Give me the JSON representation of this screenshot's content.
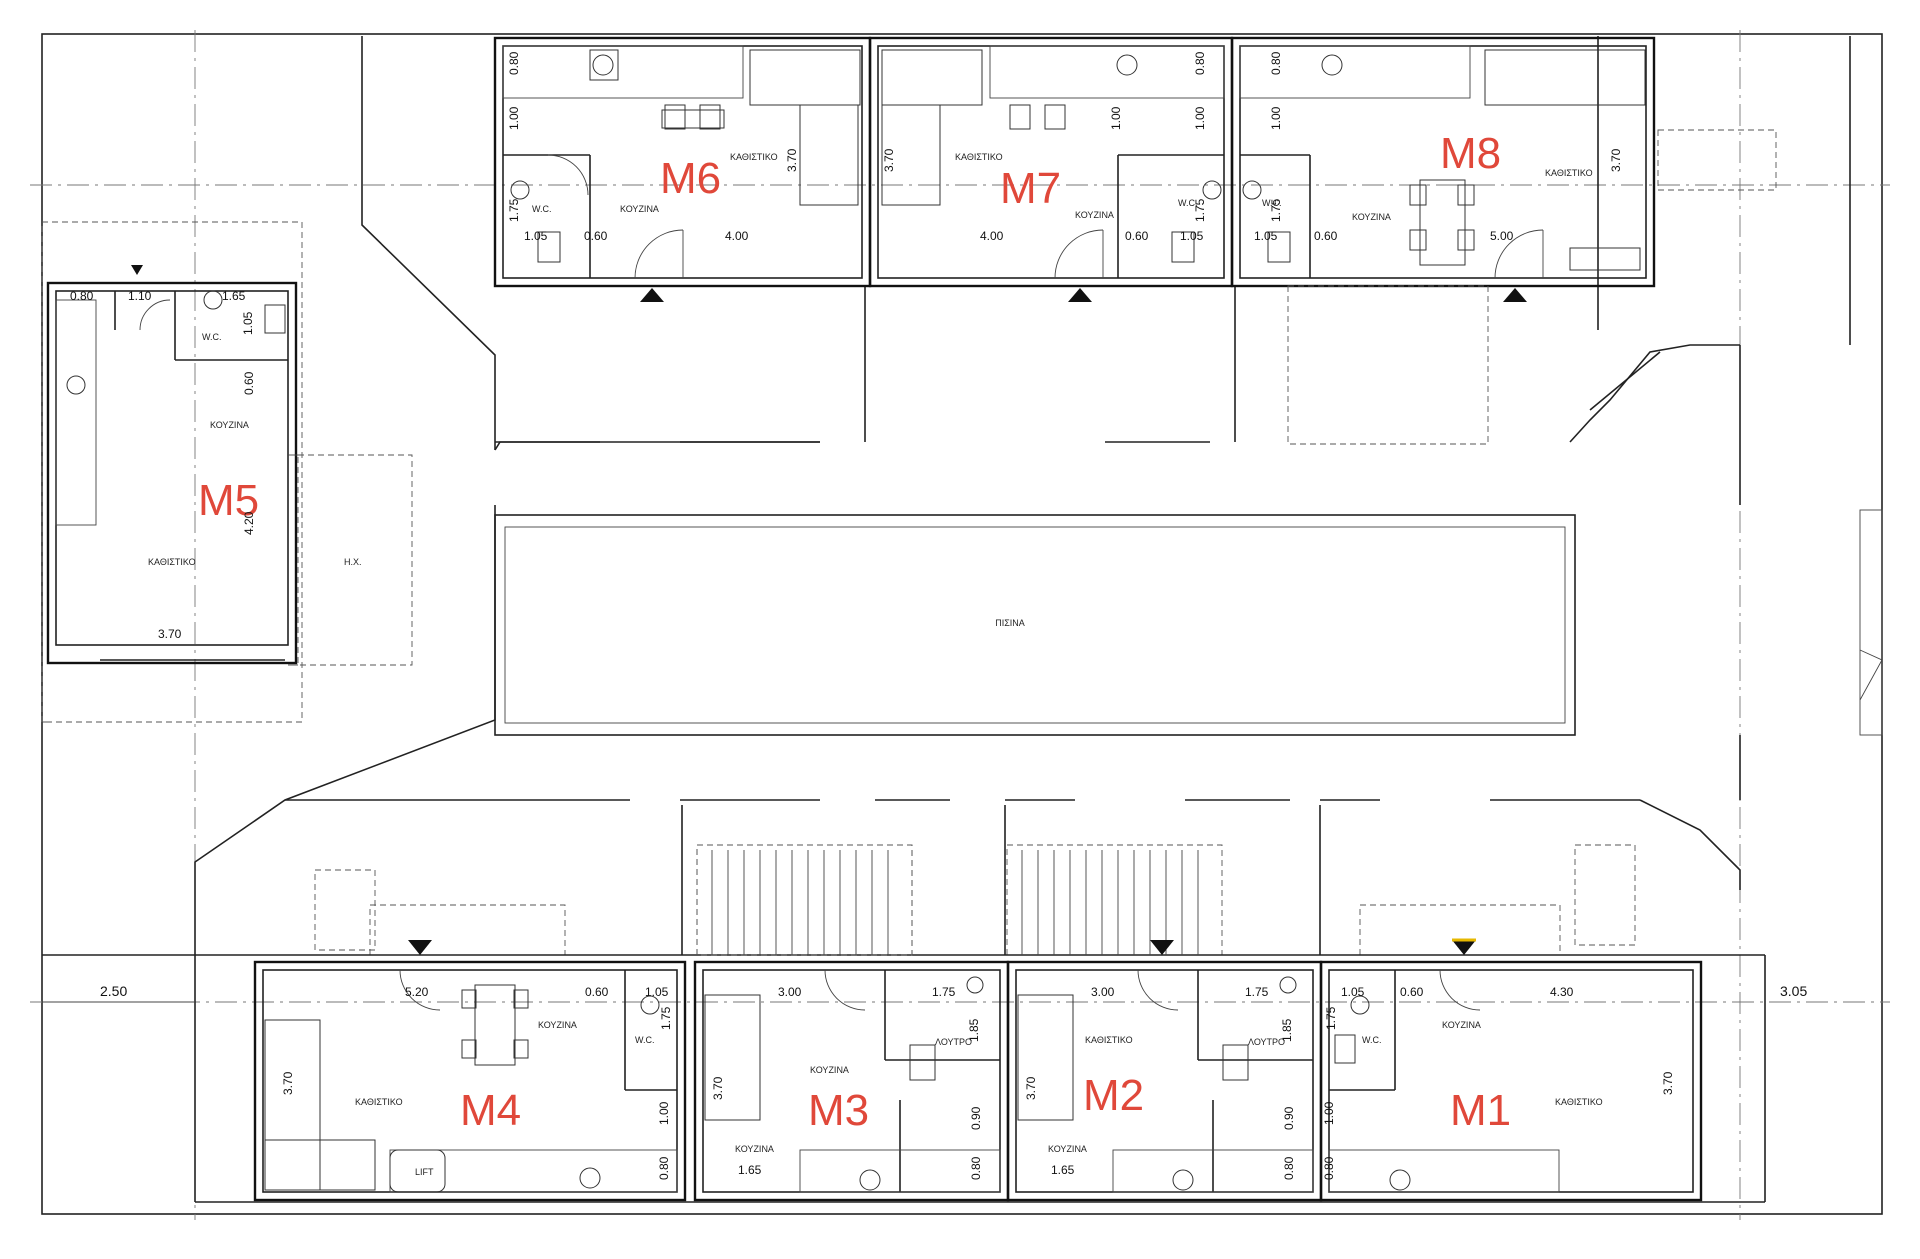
{
  "units": {
    "m1": "M1",
    "m2": "M2",
    "m3": "M3",
    "m4": "M4",
    "m5": "M5",
    "m6": "M6",
    "m7": "M7",
    "m8": "M8"
  },
  "rooms": {
    "living": "ΚΑΘΙΣΤΙΚΟ",
    "kitchen": "ΚΟΥΖΙΝΑ",
    "wc": "W.C.",
    "bath": "ΛΟΥΤΡΟ",
    "pool": "ΠΙΣΙΝΑ",
    "hx": "Η.Χ.",
    "lift": "LIFT"
  },
  "dims": {
    "m6": [
      "0.80",
      "1.00",
      "1.75",
      "1.05",
      "0.60",
      "4.00",
      "3.70"
    ],
    "m7": [
      "3.70",
      "4.00",
      "0.60",
      "1.05",
      "1.75",
      "1.00",
      "0.80",
      "1.00"
    ],
    "m8": [
      "0.80",
      "1.00",
      "1.75",
      "1.05",
      "0.60",
      "5.00",
      "3.70"
    ],
    "m5": [
      "0.80",
      "1.10",
      "1.65",
      "1.05",
      "0.60",
      "4.20",
      "3.70"
    ],
    "m4": [
      "2.50",
      "5.20",
      "0.60",
      "1.05",
      "1.75",
      "3.70",
      "1.00",
      "0.80"
    ],
    "m3": [
      "3.00",
      "1.75",
      "1.85",
      "3.70",
      "0.90",
      "1.65",
      "0.80"
    ],
    "m2": [
      "3.00",
      "1.75",
      "1.85",
      "3.70",
      "0.90",
      "1.65",
      "0.80"
    ],
    "m1": [
      "1.05",
      "0.60",
      "4.30",
      "3.05",
      "1.75",
      "1.00",
      "3.70",
      "0.80"
    ]
  }
}
